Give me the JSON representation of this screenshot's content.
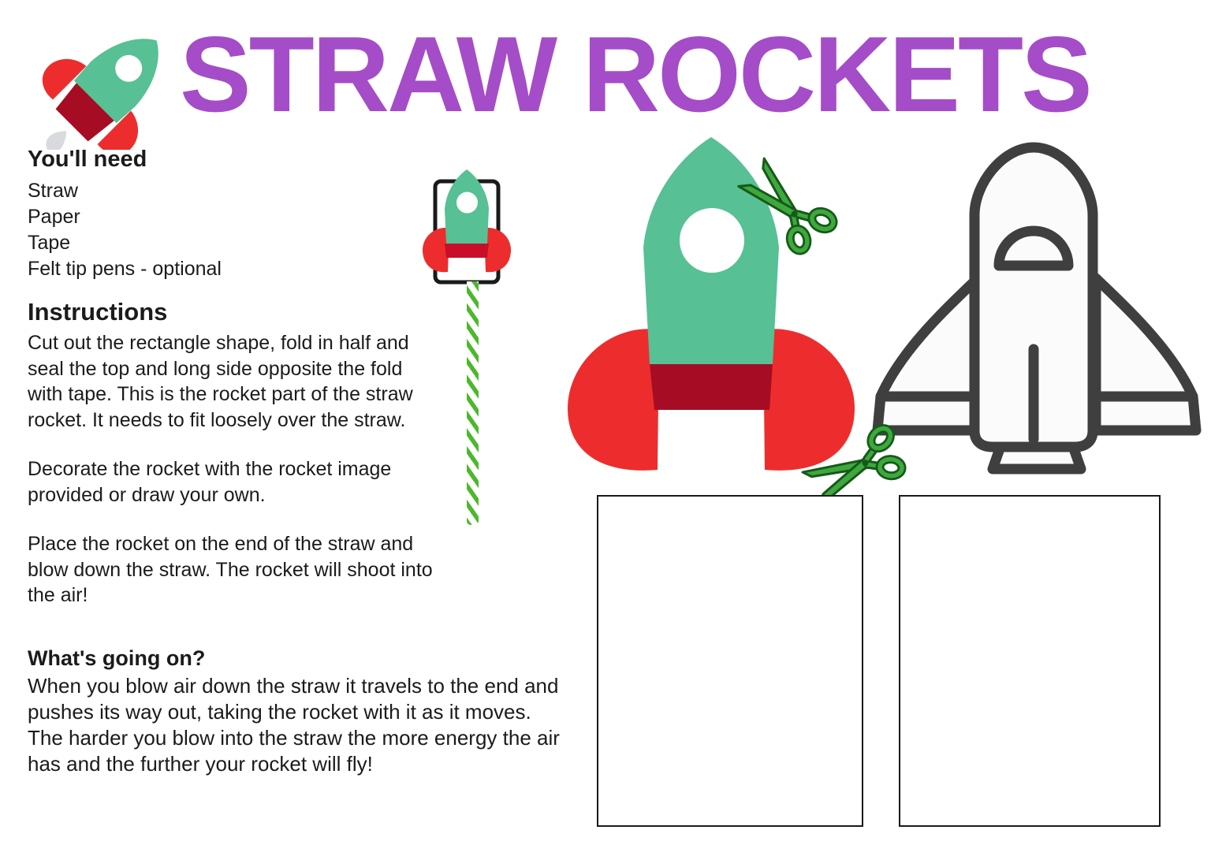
{
  "header": {
    "title": "STRAW ROCKETS",
    "logo": "rocket-logo"
  },
  "materials": {
    "heading": "You'll need",
    "items": [
      "Straw",
      "Paper",
      "Tape",
      "Felt tip pens - optional"
    ]
  },
  "instructions": {
    "heading": "Instructions",
    "paragraphs": [
      "Cut out the rectangle shape, fold in half and seal the top and long side opposite the fold with tape. This is the rocket part of the straw rocket. It needs to fit loosely over the straw.",
      "Decorate the rocket with the rocket image provided or draw your own.",
      "Place the rocket on the end of the straw and blow down the straw. The rocket will shoot into the air!"
    ]
  },
  "whats_going_on": {
    "heading": "What's going on?",
    "paragraph": "When you blow air down the straw it travels to the end and pushes its way out, taking the rocket with it as it moves. The harder you blow into the straw the more energy the air has and the further your rocket will fly!"
  },
  "illustrations": {
    "logo": "tilted-rocket-logo",
    "mini_rocket": "rocket-on-paper-tube-template",
    "straw": "green-striped-paper-straw",
    "big_rocket": "rocket-cutout-illustration",
    "scissors_top": "green-scissors-cutting-rocket",
    "scissors_bottom": "green-scissors-cutting-rectangle",
    "shuttle": "space-shuttle-outline",
    "cutout_boxes": [
      "empty-rectangle-template-left",
      "empty-rectangle-template-right"
    ]
  },
  "colors": {
    "title_purple": "#a54cc8",
    "rocket_teal": "#57c095",
    "fin_red": "#ed2d2d",
    "band_dark_red": "#a60d24",
    "flame_gray": "#d9dade",
    "scissors_green": "#3ea83e",
    "scissors_outline": "#155a18",
    "straw_green": "#4db82c",
    "shuttle_gray": "#3f3f3f",
    "text_black": "#1b1b1b"
  }
}
